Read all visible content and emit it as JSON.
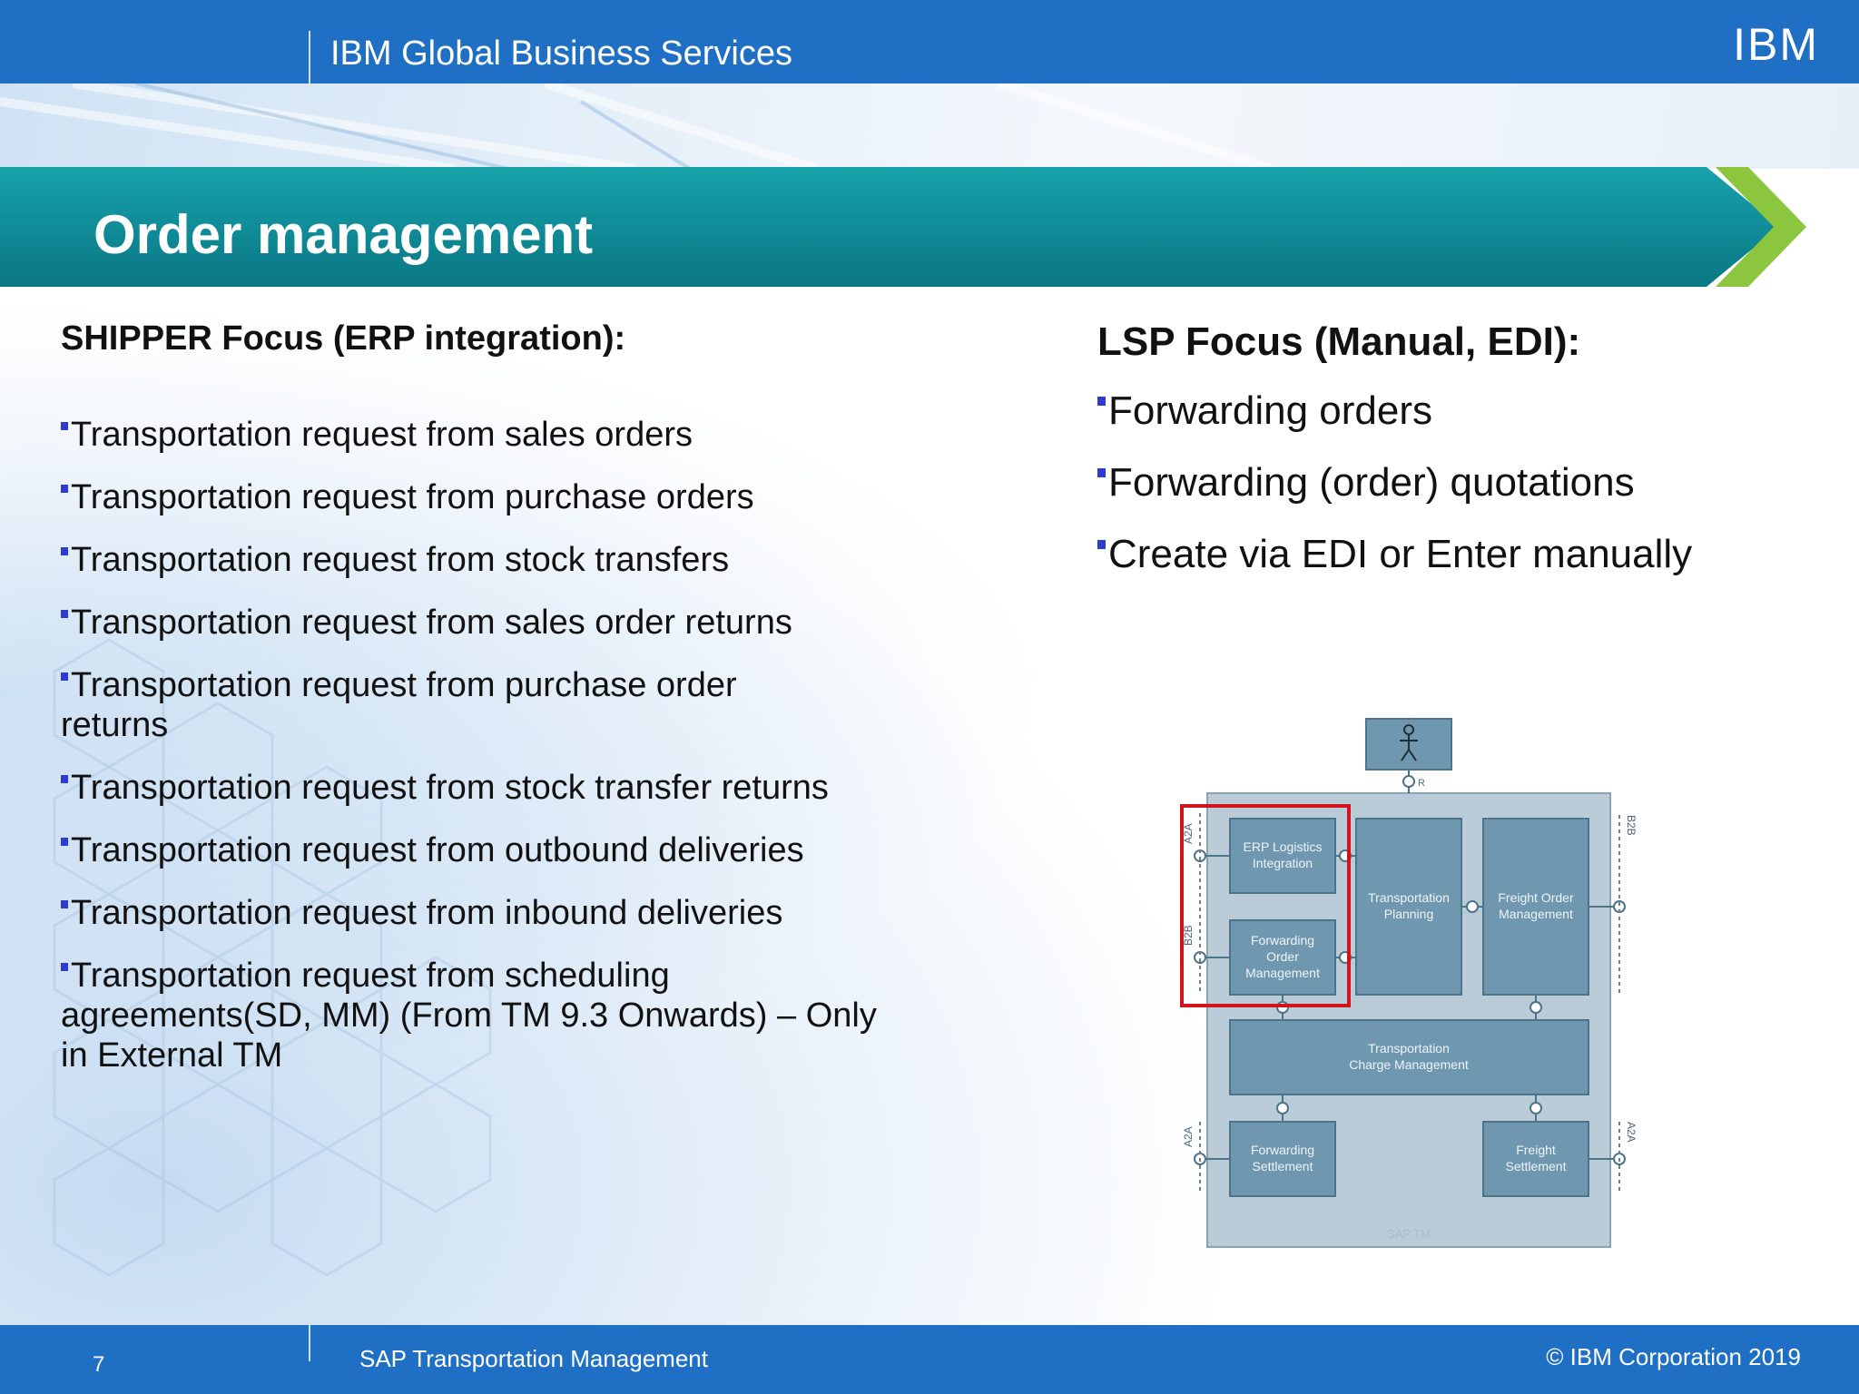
{
  "header": {
    "division": "IBM Global Business Services",
    "logo": "IBM"
  },
  "slide": {
    "title": "Order management"
  },
  "left": {
    "heading": "SHIPPER Focus (ERP integration):",
    "items": [
      "Transportation request from sales orders",
      "Transportation request from purchase orders",
      "Transportation request from stock transfers",
      "Transportation request from sales order returns",
      "Transportation request from purchase order returns",
      "Transportation request from stock transfer returns",
      "Transportation request from outbound deliveries",
      "Transportation request from inbound deliveries",
      "Transportation request from scheduling agreements(SD, MM) (From TM 9.3 Onwards) – Only in External TM"
    ]
  },
  "right": {
    "heading": "LSP Focus (Manual, EDI):",
    "items": [
      "Forwarding orders",
      "Forwarding (order) quotations",
      "Create via EDI or Enter manually"
    ]
  },
  "diagram": {
    "boxes": {
      "erp_line1": "ERP Logistics",
      "erp_line2": "Integration",
      "fwd_order_line1": "Forwarding",
      "fwd_order_line2": "Order",
      "fwd_order_line3": "Management",
      "planning_line1": "Transportation",
      "planning_line2": "Planning",
      "freight_order_line1": "Freight Order",
      "freight_order_line2": "Management",
      "charge_line1": "Transportation",
      "charge_line2": "Charge Management",
      "fwd_settlement_line1": "Forwarding",
      "fwd_settlement_line2": "Settlement",
      "freight_settlement_line1": "Freight",
      "freight_settlement_line2": "Settlement"
    },
    "labels": {
      "a2a_top": "A2A",
      "b2b_left": "B2B",
      "b2b_right": "B2B",
      "a2a_bottom_left": "A2A",
      "a2a_bottom_right": "A2A",
      "user_port": "R",
      "system": "SAP TM"
    },
    "highlight_color": "#d4141c",
    "box_color": "#6f98b0"
  },
  "footer": {
    "page": "7",
    "product": "SAP Transportation Management",
    "copyright": "© IBM Corporation 2019"
  }
}
